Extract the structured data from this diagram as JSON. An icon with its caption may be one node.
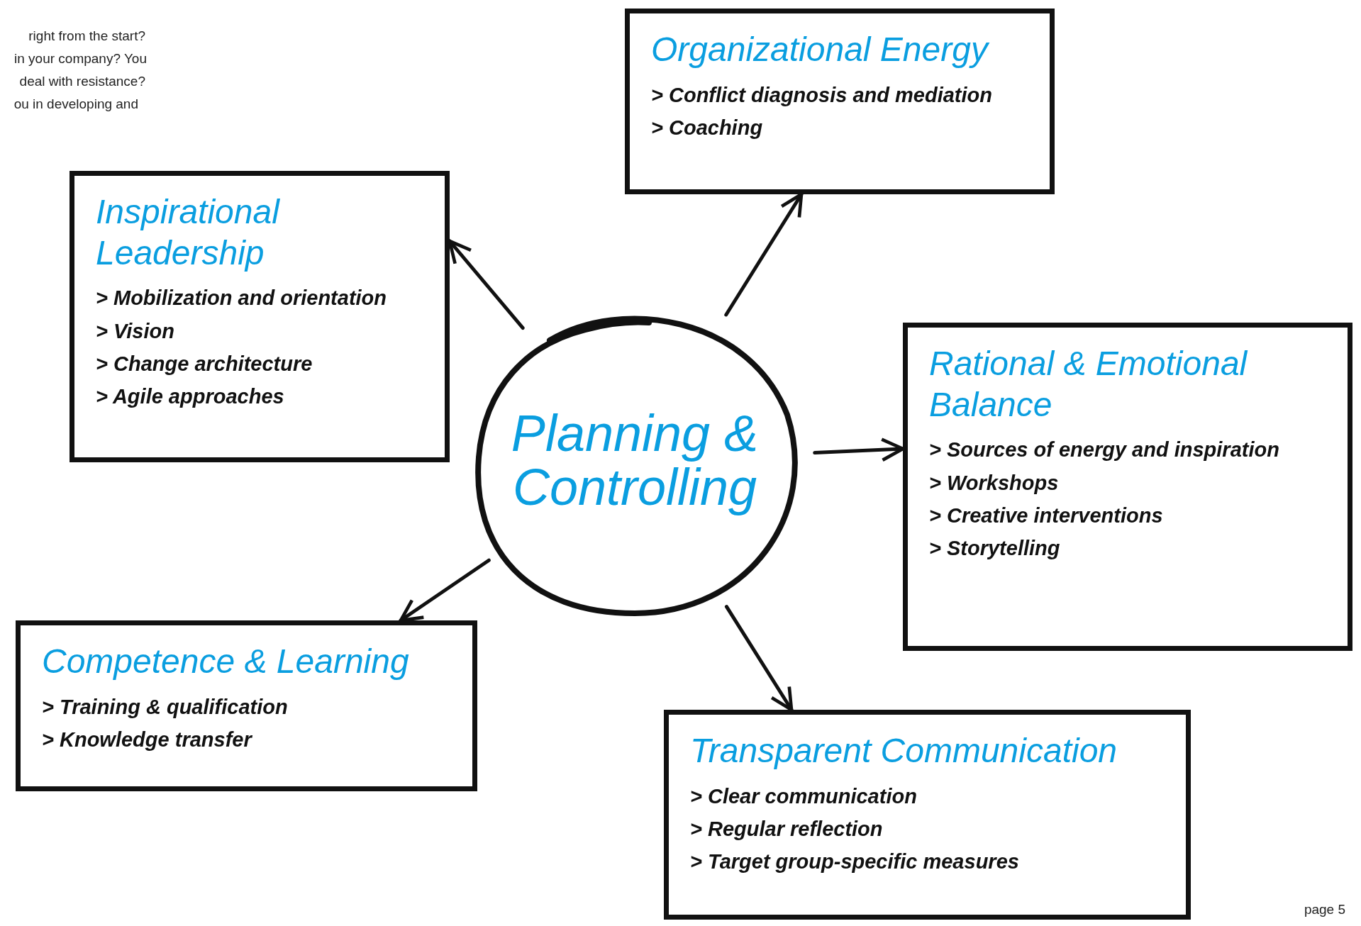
{
  "diagram": {
    "nodes": [
      {
        "text": [
          "Organizational Energy",
          "> Conflict diagnosis and mediation",
          "> Coaching"
        ]
      },
      {
        "text": [
          "Inspirational Leadership",
          "> Mobilization and orientation",
          "> Vision",
          "> Change architecture",
          "> Agile approaches"
        ]
      },
      {
        "text": [
          "Planning & Controlling"
        ]
      },
      {
        "text": [
          "Rational & Emotional Balance",
          "> Sources of energy and inspiration",
          "> Workshops",
          "> Creative interventions",
          "> Storytelling"
        ]
      },
      {
        "text": [
          "Competence & Learning",
          "> Training & qualification",
          "> Knowledge transfer"
        ]
      },
      {
        "text": [
          "Transparent Communication",
          "> Clear communication",
          "> Regular reflection",
          "> Target group-specific measures"
        ]
      }
    ],
    "edges": [
      {
        "from": 2,
        "to": 0,
        "arrow": "to"
      },
      {
        "from": 2,
        "to": 1,
        "arrow": "to"
      },
      {
        "from": 2,
        "to": 3,
        "arrow": "to"
      },
      {
        "from": 2,
        "to": 4,
        "arrow": "to"
      },
      {
        "from": 2,
        "to": 5,
        "arrow": "to"
      }
    ],
    "labels": [
      "right from the start?",
      "in your company? You",
      "deal with resistance?",
      "ou in developing and",
      "page 5"
    ]
  }
}
